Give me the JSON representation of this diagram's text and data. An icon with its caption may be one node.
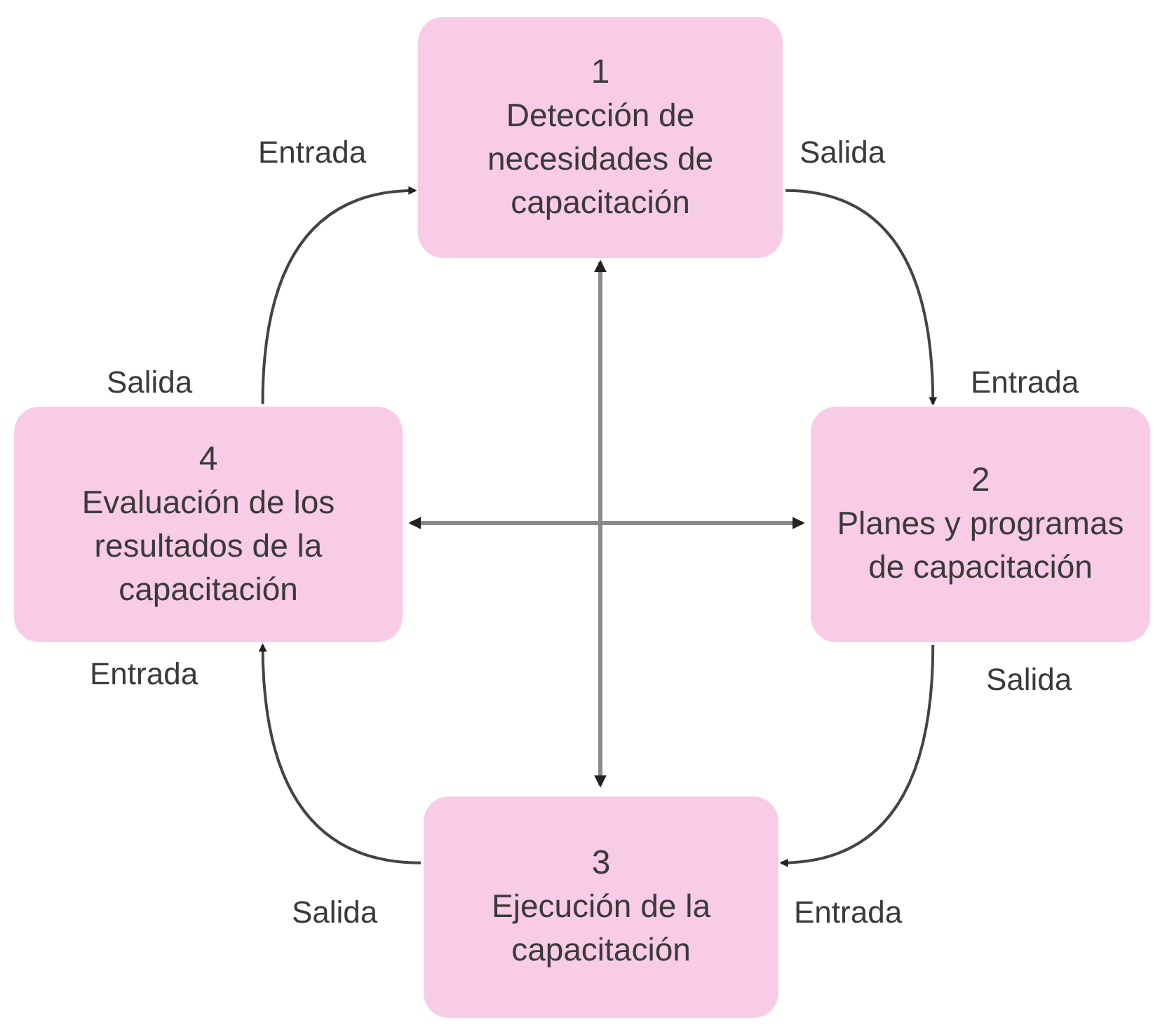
{
  "diagram": {
    "nodes": [
      {
        "text": [
          "1",
          "Detección de necesidades de capacitación"
        ],
        "beside": [
          "Entrada",
          "Salida"
        ]
      },
      {
        "text": [
          "2",
          "Planes y programas de capacitación"
        ],
        "beside": [
          "Entrada",
          "Salida"
        ]
      },
      {
        "text": [
          "3",
          "Ejecución de la capacitación"
        ],
        "beside": [
          "Salida",
          "Entrada"
        ]
      },
      {
        "text": [
          "4",
          "Evaluación de los resultados de la capacitación"
        ],
        "beside": [
          "Salida",
          "Entrada"
        ]
      }
    ],
    "edges": [
      {
        "from": 0,
        "to": 1,
        "arrow": "to"
      },
      {
        "from": 1,
        "to": 2,
        "arrow": "to"
      },
      {
        "from": 2,
        "to": 3,
        "arrow": "to"
      },
      {
        "from": 3,
        "to": 0,
        "arrow": "to"
      },
      {
        "from": 0,
        "to": 2,
        "arrow": "both"
      },
      {
        "from": 3,
        "to": 1,
        "arrow": "both"
      }
    ]
  }
}
